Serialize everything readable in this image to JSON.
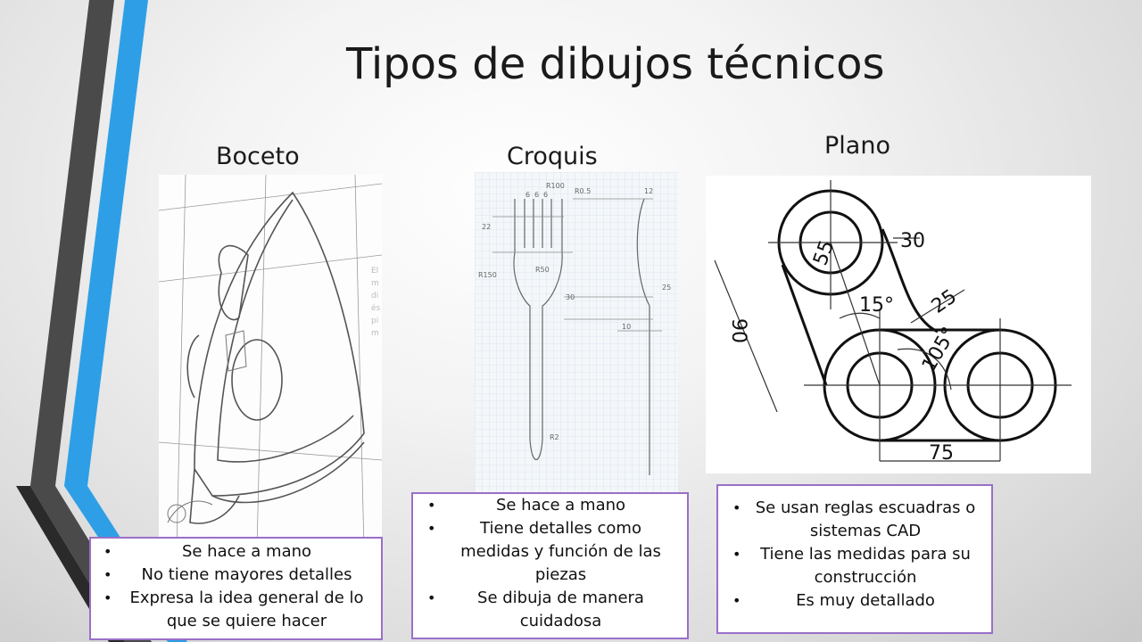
{
  "slide": {
    "title": "Tipos de dibujos técnicos"
  },
  "columns": [
    {
      "label": "Boceto",
      "image": "iron-pencil-sketch",
      "bullets": [
        "Se hace a mano",
        "No tiene mayores detalles",
        "Expresa la idea general de lo que se quiere hacer"
      ]
    },
    {
      "label": "Croquis",
      "image": "fork-sketch-on-grid-paper",
      "dimensions": [
        "R100",
        "6",
        "6",
        "6",
        "R0.5",
        "12",
        "22",
        "R150",
        "R50",
        "30",
        "25",
        "10",
        "R2"
      ],
      "bullets": [
        "Se hace a mano",
        "Tiene detalles como medidas y función de las piezas",
        "Se dibuja de manera cuidadosa"
      ]
    },
    {
      "label": "Plano",
      "image": "technical-cad-drawing",
      "dimensions": [
        "30",
        "55",
        "15°",
        "25",
        "105°",
        "90",
        "75"
      ],
      "bullets": [
        "Se usan reglas escuadras o sistemas CAD",
        "Tiene las medidas para su construcción",
        "Es muy detallado"
      ]
    }
  ],
  "colors": {
    "accent_blue": "#2e9fe6",
    "accent_dark": "#4a4a4a",
    "note_border": "#9a6fc8"
  }
}
